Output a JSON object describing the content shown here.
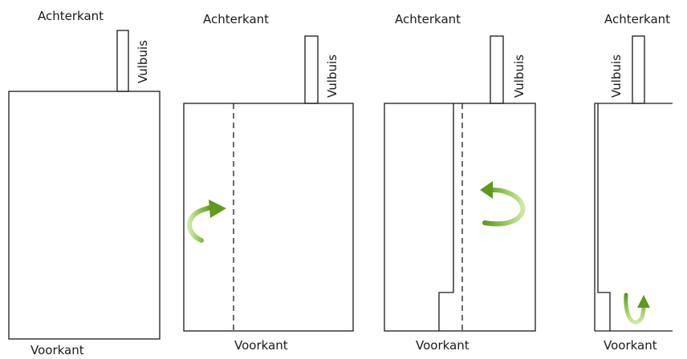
{
  "panels": [
    {
      "top_label": "Achterkant",
      "tube_label": "Vulbuis",
      "bottom_label": "Voorkant"
    },
    {
      "top_label": "Achterkant",
      "tube_label": "Vulbuis",
      "bottom_label": "Voorkant"
    },
    {
      "top_label": "Achterkant",
      "tube_label": "Vulbuis",
      "bottom_label": "Voorkant"
    },
    {
      "top_label": "Achterkant",
      "tube_label": "Vulbuis",
      "bottom_label": "Voorkant"
    }
  ],
  "colors": {
    "outline": "#1a1a1a",
    "arrow_dark": "#5e9a1e",
    "arrow_light": "#a9d36a"
  },
  "icons": [
    "fold-arrow-icon",
    "fold-arrow-icon",
    "fold-arrow-icon"
  ]
}
